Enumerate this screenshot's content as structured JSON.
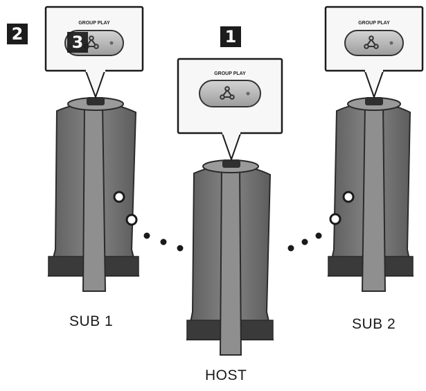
{
  "callouts": {
    "left": {
      "button_label": "GROUP PLAY"
    },
    "center": {
      "button_label": "GROUP PLAY"
    },
    "right": {
      "button_label": "GROUP PLAY"
    }
  },
  "steps": {
    "one": "1",
    "two": "2",
    "three": "3"
  },
  "speakers": {
    "sub1": {
      "label": "SUB 1"
    },
    "host": {
      "label": "HOST"
    },
    "sub2": {
      "label": "SUB 2"
    }
  },
  "icons": {
    "button": "group-play-icon",
    "indicator": "led-indicator-icon",
    "port": "circle-marker-icon",
    "link": "dotted-link-icon"
  },
  "colors": {
    "speaker_body": "#7a7a7a",
    "speaker_dark": "#3a3a3a",
    "callout_fill": "#f7f7f7",
    "button_fill": "#b8b8b8",
    "step_badge": "#1c1c1c"
  }
}
